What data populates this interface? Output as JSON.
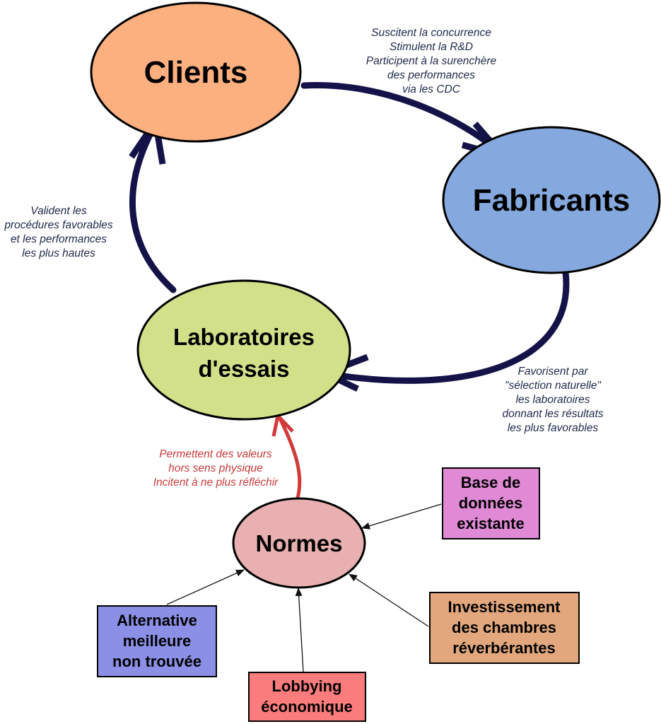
{
  "nodes": {
    "clients": {
      "label": "Clients",
      "color": "#fdb07f"
    },
    "fabricants": {
      "label": "Fabricants",
      "color": "#85a9de"
    },
    "laboratoires": {
      "lines": [
        "Laboratoires",
        "d'essais"
      ],
      "color": "#d3e08a"
    },
    "normes": {
      "label": "Normes",
      "color": "#e8b0b0"
    }
  },
  "boxes": {
    "base": {
      "lines": [
        "Base de",
        "données",
        "existante"
      ],
      "color": "#e08ad6"
    },
    "investissement": {
      "lines": [
        "Investissement",
        "des chambres",
        "réverbérantes"
      ],
      "color": "#e2a77c"
    },
    "alternative": {
      "lines": [
        "Alternative",
        "meilleure",
        "non trouvée"
      ],
      "color": "#8b8fe6"
    },
    "lobbying": {
      "lines": [
        "Lobbying",
        "économique"
      ],
      "color": "#fb7c7c"
    }
  },
  "annotations": {
    "clients_to_fabricants": [
      "Suscitent la concurrence",
      "Stimulent la R&D",
      "Participent à la surenchère",
      "des performances",
      "via les CDC"
    ],
    "fabricants_to_labs": [
      "Favorisent par",
      "\"sélection naturelle\"",
      "les laboratoires",
      "donnant les résultats",
      "les plus favorables"
    ],
    "labs_to_clients": [
      "Valident les",
      "procédures favorables",
      "et les performances",
      "les plus hautes"
    ],
    "normes_to_labs": [
      "Permettent des valeurs",
      "hors sens physique",
      "Incitent à ne plus réfléchir"
    ]
  },
  "colors": {
    "cycle_arrow": "#151248",
    "red_arrow": "#d23a3a",
    "thin_arrow": "#111111",
    "annotation_text": "#1f2a4a",
    "annotation_red_text": "#c83a3a"
  }
}
